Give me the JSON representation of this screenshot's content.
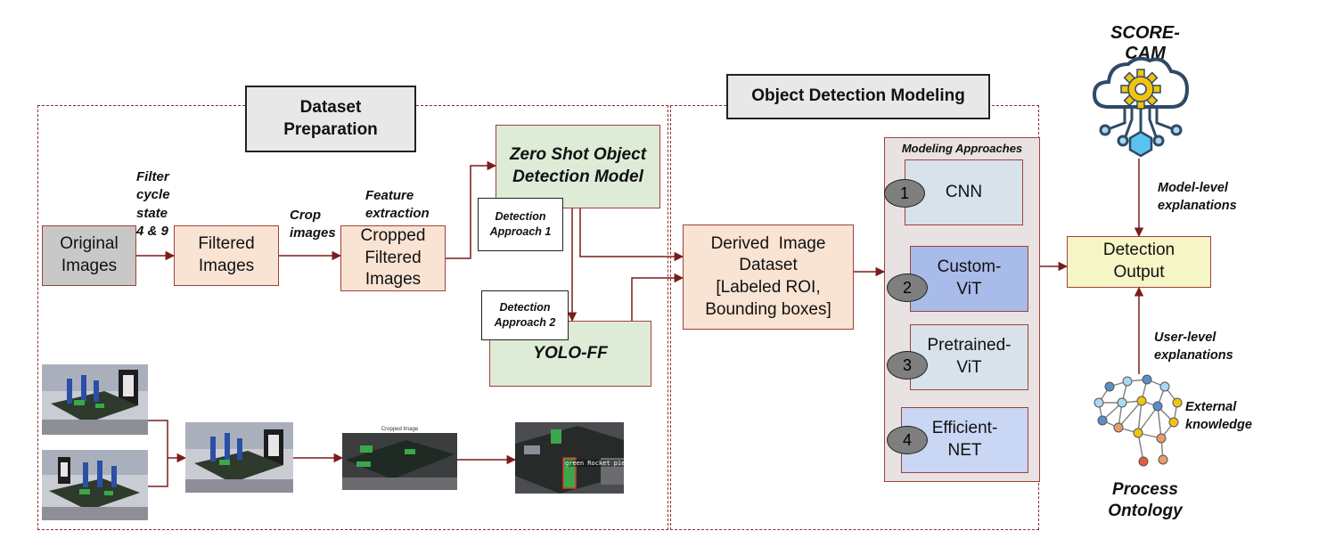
{
  "sections": {
    "dataset_prep": "Dataset Preparation",
    "object_detection": "Object Detection Modeling"
  },
  "boxes": {
    "original": "Original Images",
    "filtered": "Filtered Images",
    "cropped": "Cropped Filtered Images",
    "zero_shot": "Zero Shot Object Detection Model",
    "yolo": "YOLO-FF",
    "derived_l1": "Derived  Image",
    "derived_l2": "Dataset",
    "derived_l3": "[Labeled ROI,",
    "derived_l4": "Bounding boxes]",
    "detection_output": "Detection Output"
  },
  "edge_labels": {
    "filter_l1": "Filter",
    "filter_l2": "cycle",
    "filter_l3": "state",
    "filter_l4": "4 & 9",
    "crop_l1": "Crop",
    "crop_l2": "images",
    "feature": "Feature extraction",
    "approach1": "Detection Approach 1",
    "approach2": "Detection Approach 2",
    "model_level_l1": "Model-level",
    "model_level_l2": "explanations",
    "user_level_l1": "User-level",
    "user_level_l2": "explanations",
    "external_l1": "External",
    "external_l2": "knowledge"
  },
  "modeling": {
    "title": "Modeling Approaches",
    "approaches": [
      {
        "num": "1",
        "name_l1": "CNN",
        "name_l2": "",
        "color": "#d7e2ea"
      },
      {
        "num": "2",
        "name_l1": "Custom-",
        "name_l2": "ViT",
        "color": "#a9bbe8"
      },
      {
        "num": "3",
        "name_l1": "Pretrained-",
        "name_l2": "ViT",
        "color": "#d7e2ea"
      },
      {
        "num": "4",
        "name_l1": "Efficient-",
        "name_l2": "NET",
        "color": "#c9d6f4"
      }
    ]
  },
  "score_cam": "SCORE-CAM",
  "process_ontology_l1": "Process",
  "process_ontology_l2": "Ontology",
  "cropped_image_caption": "Cropped Image",
  "detection_tag": "green Rocket pieces",
  "colors": {
    "arrow": "#7b1c1c",
    "border": "#a0413b",
    "gear": "#f2c40f",
    "cloud": "#2e4a66"
  }
}
